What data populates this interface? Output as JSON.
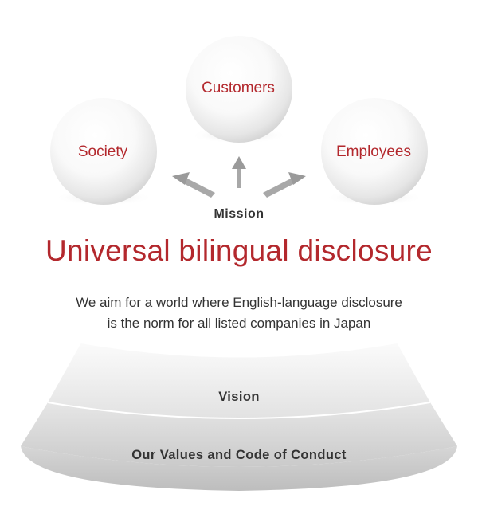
{
  "spheres": {
    "customers": "Customers",
    "society": "Society",
    "employees": "Employees"
  },
  "mission_label": "Mission",
  "headline": "Universal bilingual disclosure",
  "description": {
    "line1": "We aim for a world where English-language disclosure",
    "line2": "is the norm for all listed companies in Japan"
  },
  "layers": {
    "vision": "Vision",
    "values": "Our Values and Code of Conduct"
  },
  "colors": {
    "accent_red": "#b3282d",
    "text_dark": "#333333",
    "sphere_shade": "#dcdcdc",
    "band_light": "#eeeeee",
    "band_dark": "#c8c8c8"
  }
}
